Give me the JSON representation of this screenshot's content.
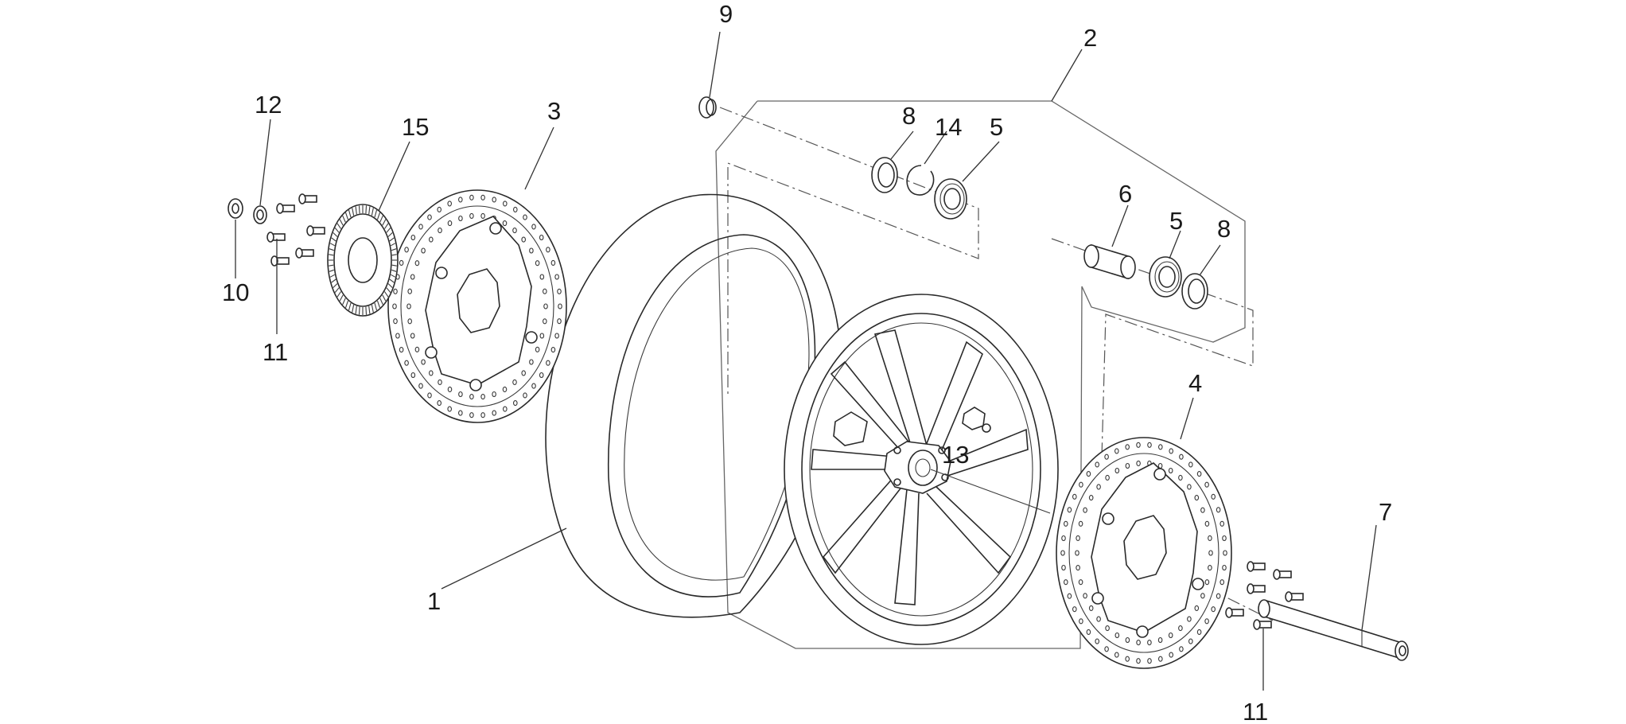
{
  "diagram": {
    "callouts": [
      {
        "id": "c1",
        "text": "1"
      },
      {
        "id": "c2",
        "text": "2"
      },
      {
        "id": "c3",
        "text": "3"
      },
      {
        "id": "c4",
        "text": "4"
      },
      {
        "id": "c5a",
        "text": "5"
      },
      {
        "id": "c5b",
        "text": "5"
      },
      {
        "id": "c6",
        "text": "6"
      },
      {
        "id": "c7",
        "text": "7"
      },
      {
        "id": "c8a",
        "text": "8"
      },
      {
        "id": "c8b",
        "text": "8"
      },
      {
        "id": "c9",
        "text": "9"
      },
      {
        "id": "c10",
        "text": "10"
      },
      {
        "id": "c11a",
        "text": "11"
      },
      {
        "id": "c11b",
        "text": "11"
      },
      {
        "id": "c12",
        "text": "12"
      },
      {
        "id": "c13",
        "text": "13"
      },
      {
        "id": "c14",
        "text": "14"
      },
      {
        "id": "c15",
        "text": "15"
      }
    ]
  }
}
